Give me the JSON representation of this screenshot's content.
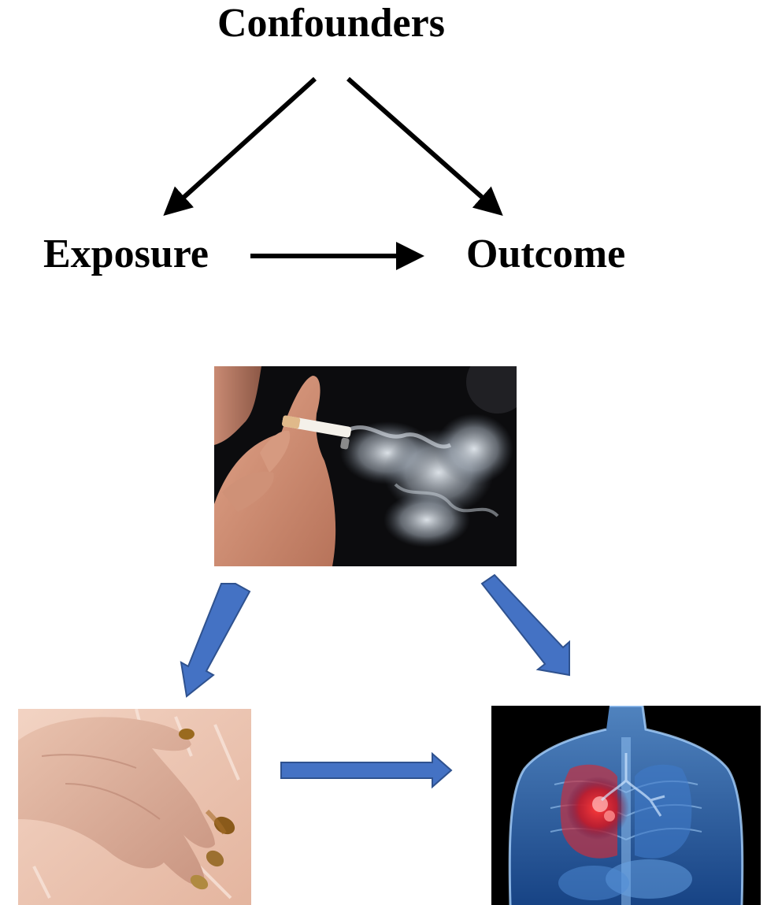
{
  "diagram": {
    "nodes": {
      "confounders": "Confounders",
      "exposure": "Exposure",
      "outcome": "Outcome"
    },
    "edges": [
      {
        "from": "confounders",
        "to": "exposure"
      },
      {
        "from": "confounders",
        "to": "outcome"
      },
      {
        "from": "exposure",
        "to": "outcome"
      }
    ]
  },
  "pictures": {
    "confounder_picture": "person-smoking-cigarette",
    "exposure_picture": "hand-with-nicotine-stained-fingers",
    "outcome_picture": "torso-xray-with-lung-tumor"
  },
  "colors": {
    "text": "#000000",
    "black_arrow": "#000000",
    "blue_arrow_fill": "#4472c4",
    "blue_arrow_stroke": "#2f528f"
  }
}
